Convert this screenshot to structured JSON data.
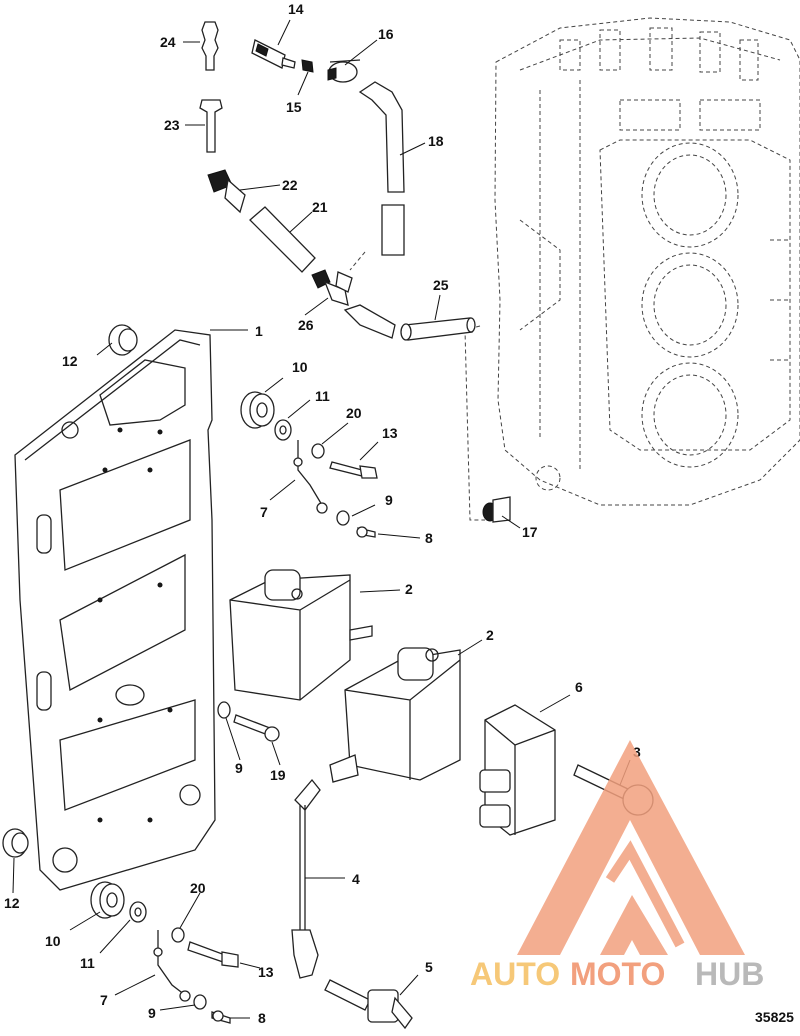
{
  "figure_number": "35825",
  "callouts": [
    "1",
    "2",
    "2",
    "3",
    "4",
    "5",
    "6",
    "7",
    "7",
    "8",
    "8",
    "9",
    "9",
    "9",
    "10",
    "10",
    "11",
    "11",
    "12",
    "12",
    "13",
    "13",
    "14",
    "15",
    "16",
    "17",
    "18",
    "19",
    "20",
    "20",
    "21",
    "22",
    "23",
    "24",
    "25",
    "26"
  ],
  "watermark": {
    "part1": "AUTO",
    "part2": "MOTO",
    "part3": "HUB",
    "color_primary": "#f2a07e",
    "color_secondary": "#f6c878",
    "color_tertiary": "#b9b9b9"
  }
}
